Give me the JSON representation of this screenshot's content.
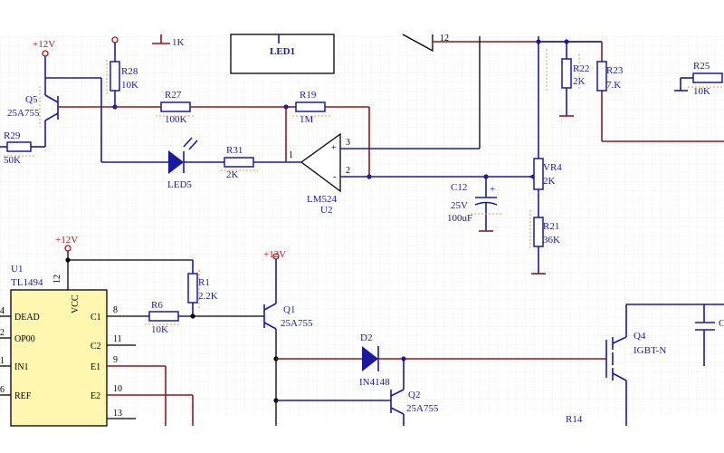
{
  "power": {
    "vcc_12v": "+12V"
  },
  "top_strip": {
    "r_partial_value": "1K",
    "led1_ref": "LED1",
    "pin_12": "12"
  },
  "resistors": {
    "r28": {
      "ref": "R28",
      "value": "10K"
    },
    "r27": {
      "ref": "R27",
      "value": "100K"
    },
    "r19": {
      "ref": "R19",
      "value": "1M"
    },
    "r29": {
      "ref": "R29",
      "value": "50K"
    },
    "r31": {
      "ref": "R31",
      "value": "2K"
    },
    "r22": {
      "ref": "R22",
      "value": "2K"
    },
    "r23": {
      "ref": "R23",
      "value": "7.K"
    },
    "r25": {
      "ref": "R25",
      "value": "10K"
    },
    "r21": {
      "ref": "R21",
      "value": "36K"
    },
    "r1": {
      "ref": "R1",
      "value": "2.2K"
    },
    "r6": {
      "ref": "R6",
      "value": "10K"
    },
    "r14": {
      "ref": "R14"
    }
  },
  "transistors": {
    "q5": {
      "ref": "Q5",
      "type": "25A755"
    },
    "q1": {
      "ref": "Q1",
      "type": "25A755"
    },
    "q2": {
      "ref": "Q2",
      "type": "25A755"
    },
    "q4": {
      "ref": "Q4",
      "type": "IGBT-N"
    }
  },
  "diodes": {
    "led5": {
      "ref": "LED5"
    },
    "d2": {
      "ref": "D2",
      "type": "IN4148"
    }
  },
  "opamp_u2": {
    "part": "LM524",
    "ref": "U2",
    "pin_out": "1",
    "pin_plus": "3",
    "pin_minus": "2",
    "sign_plus": "+",
    "sign_minus": "-"
  },
  "capacitor_c12": {
    "ref": "C12",
    "voltage": "25V",
    "value": "100uF"
  },
  "pot_vr4": {
    "ref": "VR4",
    "value": "2K"
  },
  "ic_u1": {
    "ref": "U1",
    "part": "TL1494",
    "vcc_label": "VCC",
    "vcc_pin": "12",
    "left_pins": [
      {
        "num": "4",
        "name": "DEAD"
      },
      {
        "num": "2",
        "name": "OP00"
      },
      {
        "num": "1",
        "name": "IN1"
      },
      {
        "num": "6",
        "name": "REF"
      }
    ],
    "right_pins": [
      {
        "num": "8",
        "name": "C1"
      },
      {
        "num": "11",
        "name": "C2"
      },
      {
        "num": "9",
        "name": "E1"
      },
      {
        "num": "10",
        "name": "E2"
      },
      {
        "num": "13",
        "name": ""
      }
    ]
  },
  "partial_cap": {
    "ref": "C"
  },
  "colors": {
    "wire": "#1a1aa0",
    "net_wire": "#8b1a1a",
    "power": "#b01818",
    "ic_fill": "#fff7b0",
    "selection": "#e69a4a"
  }
}
